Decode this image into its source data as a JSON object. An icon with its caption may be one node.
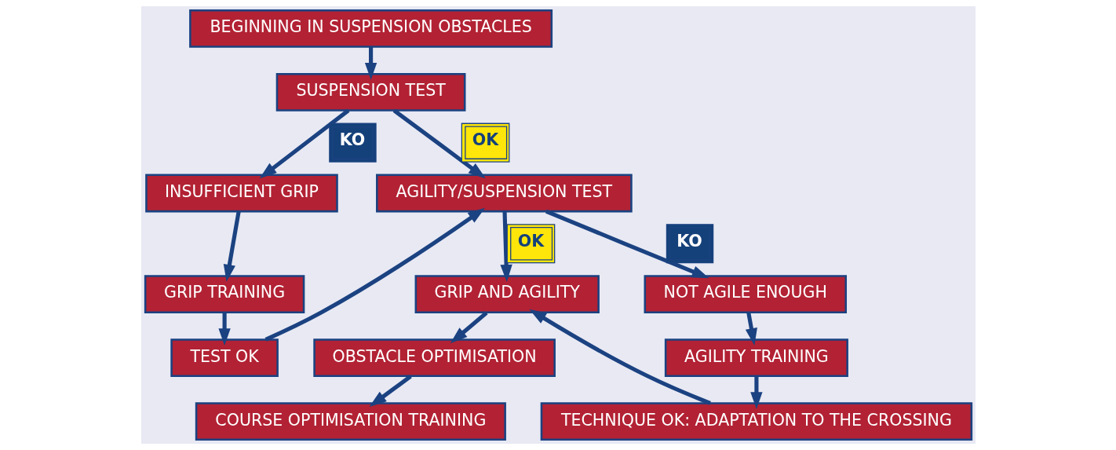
{
  "diagram": {
    "nodes": [
      {
        "text": [
          "BEGINNING IN SUSPENSION OBSTACLES"
        ]
      },
      {
        "text": [
          "SUSPENSION TEST"
        ]
      },
      {
        "text": [
          "INSUFFICIENT GRIP"
        ]
      },
      {
        "text": [
          "GRIP TRAINING"
        ]
      },
      {
        "text": [
          "TEST OK"
        ]
      },
      {
        "text": [
          "AGILITY/SUSPENSION TEST"
        ]
      },
      {
        "text": [
          "GRIP AND AGILITY"
        ]
      },
      {
        "text": [
          "OBSTACLE OPTIMISATION"
        ]
      },
      {
        "text": [
          "COURSE OPTIMISATION TRAINING"
        ]
      },
      {
        "text": [
          "NOT AGILE ENOUGH"
        ]
      },
      {
        "text": [
          "AGILITY TRAINING"
        ]
      },
      {
        "text": [
          "TECHNIQUE OK: ADAPTATION TO THE CROSSING"
        ]
      }
    ],
    "edges": [
      {
        "from": 0,
        "to": 1,
        "arrow": "to"
      },
      {
        "from": 1,
        "to": 2,
        "arrow": "to",
        "label": "KO"
      },
      {
        "from": 1,
        "to": 5,
        "arrow": "to",
        "label": "OK"
      },
      {
        "from": 2,
        "to": 3,
        "arrow": "to"
      },
      {
        "from": 3,
        "to": 4,
        "arrow": "to"
      },
      {
        "from": 4,
        "to": 5,
        "arrow": "to"
      },
      {
        "from": 5,
        "to": 6,
        "arrow": "to",
        "label": "OK"
      },
      {
        "from": 5,
        "to": 9,
        "arrow": "to",
        "label": "KO"
      },
      {
        "from": 6,
        "to": 7,
        "arrow": "to"
      },
      {
        "from": 7,
        "to": 8,
        "arrow": "to"
      },
      {
        "from": 9,
        "to": 10,
        "arrow": "to"
      },
      {
        "from": 10,
        "to": 11,
        "arrow": "to"
      },
      {
        "from": 11,
        "to": 6,
        "arrow": "to"
      }
    ]
  }
}
